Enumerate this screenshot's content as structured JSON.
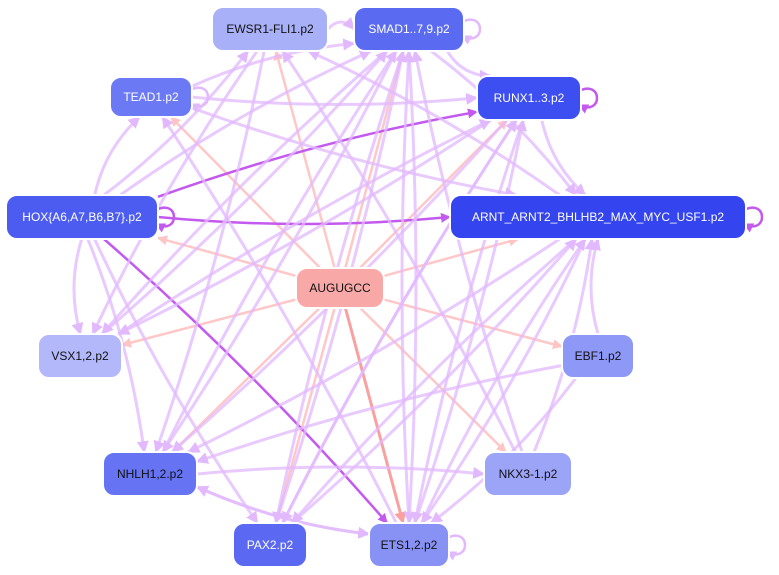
{
  "colors": {
    "background": "#ffffff",
    "center_fill": "#f9a8a8",
    "edge_center": "#ffc4c4",
    "edge_center_strong": "#f9a0a0",
    "edge_tf": "#e2b8ff",
    "edge_tf_strong": "#c359ee",
    "node_border": "#ffffff"
  },
  "nodes": [
    {
      "id": "EWSR1",
      "label": "EWSR1-FLI1.p2",
      "fill": "#a8b0f8",
      "text": "#111111"
    },
    {
      "id": "SMAD",
      "label": "SMAD1..7,9.p2",
      "fill": "#5a6bf2",
      "text": "#ffffff"
    },
    {
      "id": "TEAD1",
      "label": "TEAD1.p2",
      "fill": "#6b79f4",
      "text": "#ffffff"
    },
    {
      "id": "RUNX",
      "label": "RUNX1..3.p2",
      "fill": "#3e4ff1",
      "text": "#ffffff"
    },
    {
      "id": "HOX",
      "label": "HOX{A6,A7,B6,B7}.p2",
      "fill": "#4c5cf1",
      "text": "#ffffff"
    },
    {
      "id": "ARNT",
      "label": "ARNT_ARNT2_BHLHB2_MAX_MYC_USF1.p2",
      "fill": "#3444ee",
      "text": "#ffffff"
    },
    {
      "id": "AUGUGCC",
      "label": "AUGUGCC",
      "fill": "#f9a8a8",
      "text": "#111111"
    },
    {
      "id": "VSX",
      "label": "VSX1,2.p2",
      "fill": "#b2b8fa",
      "text": "#111111"
    },
    {
      "id": "EBF1",
      "label": "EBF1.p2",
      "fill": "#8e98f6",
      "text": "#111111"
    },
    {
      "id": "NHLH",
      "label": "NHLH1,2.p2",
      "fill": "#6674f3",
      "text": "#111111"
    },
    {
      "id": "NKX3",
      "label": "NKX3-1.p2",
      "fill": "#9ca4f7",
      "text": "#111111"
    },
    {
      "id": "PAX2",
      "label": "PAX2.p2",
      "fill": "#5b69f2",
      "text": "#ffffff"
    },
    {
      "id": "ETS",
      "label": "ETS1,2.p2",
      "fill": "#8892f5",
      "text": "#111111"
    }
  ],
  "edges": [
    {
      "from": "AUGUGCC",
      "to": "EWSR1",
      "kind": "center"
    },
    {
      "from": "AUGUGCC",
      "to": "SMAD",
      "kind": "center"
    },
    {
      "from": "AUGUGCC",
      "to": "TEAD1",
      "kind": "center"
    },
    {
      "from": "AUGUGCC",
      "to": "RUNX",
      "kind": "center"
    },
    {
      "from": "AUGUGCC",
      "to": "HOX",
      "kind": "center"
    },
    {
      "from": "AUGUGCC",
      "to": "ARNT",
      "kind": "center"
    },
    {
      "from": "AUGUGCC",
      "to": "VSX",
      "kind": "center"
    },
    {
      "from": "AUGUGCC",
      "to": "EBF1",
      "kind": "center"
    },
    {
      "from": "AUGUGCC",
      "to": "NHLH",
      "kind": "center"
    },
    {
      "from": "AUGUGCC",
      "to": "NKX3",
      "kind": "center"
    },
    {
      "from": "AUGUGCC",
      "to": "PAX2",
      "kind": "center"
    },
    {
      "from": "AUGUGCC",
      "to": "ETS",
      "kind": "center_strong"
    },
    {
      "from": "HOX",
      "to": "RUNX",
      "kind": "tf_strong"
    },
    {
      "from": "HOX",
      "to": "ARNT",
      "kind": "tf_strong"
    },
    {
      "from": "HOX",
      "to": "ETS",
      "kind": "tf_strong"
    },
    {
      "from": "HOX",
      "to": "VSX",
      "kind": "tf"
    },
    {
      "from": "HOX",
      "to": "NHLH",
      "kind": "tf"
    },
    {
      "from": "HOX",
      "to": "PAX2",
      "kind": "tf"
    },
    {
      "from": "HOX",
      "to": "SMAD",
      "kind": "tf"
    },
    {
      "from": "HOX",
      "to": "EWSR1",
      "kind": "tf"
    },
    {
      "from": "HOX",
      "to": "TEAD1",
      "kind": "tf"
    },
    {
      "from": "TEAD1",
      "to": "RUNX",
      "kind": "tf"
    },
    {
      "from": "TEAD1",
      "to": "SMAD",
      "kind": "tf"
    },
    {
      "from": "TEAD1",
      "to": "ARNT",
      "kind": "tf"
    },
    {
      "from": "EWSR1",
      "to": "SMAD",
      "kind": "tf"
    },
    {
      "from": "EWSR1",
      "to": "VSX",
      "kind": "tf"
    },
    {
      "from": "EWSR1",
      "to": "NHLH",
      "kind": "tf"
    },
    {
      "from": "SMAD",
      "to": "RUNX",
      "kind": "tf"
    },
    {
      "from": "SMAD",
      "to": "ARNT",
      "kind": "tf"
    },
    {
      "from": "SMAD",
      "to": "VSX",
      "kind": "tf"
    },
    {
      "from": "SMAD",
      "to": "NHLH",
      "kind": "tf"
    },
    {
      "from": "SMAD",
      "to": "PAX2",
      "kind": "tf"
    },
    {
      "from": "SMAD",
      "to": "ETS",
      "kind": "tf"
    },
    {
      "from": "RUNX",
      "to": "ARNT",
      "kind": "tf"
    },
    {
      "from": "RUNX",
      "to": "NHLH",
      "kind": "tf"
    },
    {
      "from": "RUNX",
      "to": "PAX2",
      "kind": "tf"
    },
    {
      "from": "RUNX",
      "to": "VSX",
      "kind": "tf"
    },
    {
      "from": "RUNX",
      "to": "ETS",
      "kind": "tf"
    },
    {
      "from": "ARNT",
      "to": "NHLH",
      "kind": "tf"
    },
    {
      "from": "ARNT",
      "to": "PAX2",
      "kind": "tf"
    },
    {
      "from": "ARNT",
      "to": "ETS",
      "kind": "tf"
    },
    {
      "from": "ARNT",
      "to": "EWSR1",
      "kind": "tf"
    },
    {
      "from": "EBF1",
      "to": "ARNT",
      "kind": "tf"
    },
    {
      "from": "EBF1",
      "to": "NHLH",
      "kind": "tf"
    },
    {
      "from": "EBF1",
      "to": "ETS",
      "kind": "tf"
    },
    {
      "from": "NKX3",
      "to": "ARNT",
      "kind": "tf"
    },
    {
      "from": "NKX3",
      "to": "SMAD",
      "kind": "tf"
    },
    {
      "from": "NKX3",
      "to": "EWSR1",
      "kind": "tf"
    },
    {
      "from": "NHLH",
      "to": "NKX3",
      "kind": "tf"
    },
    {
      "from": "NHLH",
      "to": "ETS",
      "kind": "tf"
    },
    {
      "from": "NHLH",
      "to": "SMAD",
      "kind": "tf"
    },
    {
      "from": "PAX2",
      "to": "SMAD",
      "kind": "tf"
    },
    {
      "from": "PAX2",
      "to": "RUNX",
      "kind": "tf"
    },
    {
      "from": "PAX2",
      "to": "ARNT",
      "kind": "tf"
    },
    {
      "from": "ETS",
      "to": "SMAD",
      "kind": "tf"
    },
    {
      "from": "ETS",
      "to": "RUNX",
      "kind": "tf"
    },
    {
      "from": "ETS",
      "to": "ARNT",
      "kind": "tf"
    },
    {
      "from": "ETS",
      "to": "TEAD1",
      "kind": "tf"
    },
    {
      "from": "ETS",
      "to": "NHLH",
      "kind": "tf"
    },
    {
      "from": "VSX",
      "to": "SMAD",
      "kind": "tf"
    },
    {
      "from": "VSX",
      "to": "RUNX",
      "kind": "tf"
    }
  ],
  "self_loops": [
    {
      "node": "SMAD",
      "kind": "tf"
    },
    {
      "node": "RUNX",
      "kind": "tf_strong"
    },
    {
      "node": "HOX",
      "kind": "tf_strong"
    },
    {
      "node": "ARNT",
      "kind": "tf_strong"
    },
    {
      "node": "TEAD1",
      "kind": "tf"
    },
    {
      "node": "ETS",
      "kind": "tf"
    }
  ]
}
